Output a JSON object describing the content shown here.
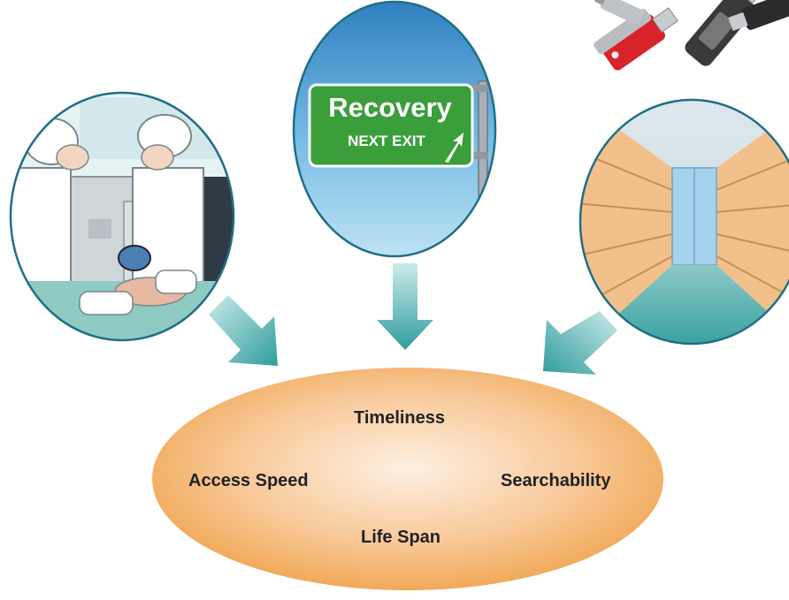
{
  "sign": {
    "line1": "Recovery",
    "line2": "NEXT EXIT"
  },
  "ellipse": {
    "items": [
      "Timeliness",
      "Access Speed",
      "Searchability",
      "Life Span"
    ]
  },
  "colors": {
    "arrow": "#2f9d9d",
    "ellipse_center": "#fbe6cf",
    "ellipse_edge": "#f0a24a",
    "sign_green": "#3a9e3a",
    "sky": "#5aa9da"
  },
  "icons": [
    "surgery-illustration",
    "highway-sign-illustration",
    "archive-shelves-illustration",
    "usb-drives-illustration",
    "arrow-down-right-icon",
    "arrow-down-icon",
    "arrow-down-left-icon"
  ]
}
